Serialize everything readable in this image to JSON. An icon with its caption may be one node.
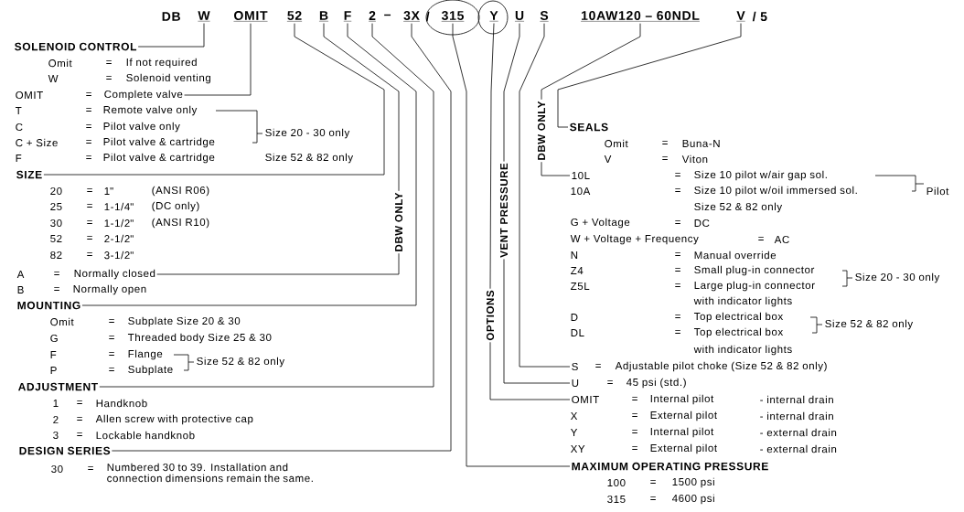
{
  "diagram": {
    "nodes": [
      {
        "text": [
          "W"
        ]
      },
      {
        "text": [
          "OMIT"
        ]
      },
      {
        "text": [
          "52"
        ]
      },
      {
        "text": [
          "B"
        ]
      },
      {
        "text": [
          "F"
        ]
      },
      {
        "text": [
          "2"
        ]
      },
      {
        "text": [
          "3X"
        ]
      },
      {
        "text": [
          "315"
        ]
      },
      {
        "text": [
          "Y"
        ]
      },
      {
        "text": [
          "U"
        ]
      },
      {
        "text": [
          "S"
        ]
      },
      {
        "text": [
          "10AW120 – 60NDL"
        ]
      },
      {
        "text": [
          "V"
        ]
      },
      {
        "text": [
          "SOLENOID CONTROL"
        ]
      },
      {
        "text": [
          "Complete valve"
        ]
      },
      {
        "text": [
          "SIZE"
        ]
      },
      {
        "text": [
          "DBW ONLY"
        ]
      },
      {
        "text": [
          "Normally closed"
        ]
      },
      {
        "text": [
          "MOUNTING"
        ]
      },
      {
        "text": [
          "ADJUSTMENT"
        ]
      },
      {
        "text": [
          "DESIGN SERIES"
        ]
      },
      {
        "text": [
          "OPTIONS"
        ]
      },
      {
        "text": [
          "VENT PRESSURE"
        ]
      },
      {
        "text": [
          "DBW ONLY"
        ]
      },
      {
        "text": [
          "SEALS"
        ]
      },
      {
        "text": [
          "10L"
        ]
      },
      {
        "text": [
          "S"
        ]
      },
      {
        "text": [
          "U"
        ]
      },
      {
        "text": [
          "OMIT"
        ]
      },
      {
        "text": [
          "MAXIMUM OPERATING PRESSURE"
        ]
      }
    ],
    "edges": [
      {
        "from": 0,
        "to": 13,
        "arrow": "none"
      },
      {
        "from": 1,
        "to": 14,
        "arrow": "none"
      },
      {
        "from": 2,
        "to": 15,
        "arrow": "none"
      },
      {
        "from": 3,
        "to": 16,
        "arrow": "none"
      },
      {
        "from": 16,
        "to": 17,
        "arrow": "none"
      },
      {
        "from": 4,
        "to": 18,
        "arrow": "none"
      },
      {
        "from": 5,
        "to": 19,
        "arrow": "none"
      },
      {
        "from": 6,
        "to": 20,
        "arrow": "none"
      },
      {
        "from": 7,
        "to": 29,
        "arrow": "none"
      },
      {
        "from": 8,
        "to": 21,
        "arrow": "none"
      },
      {
        "from": 21,
        "to": 28,
        "arrow": "none"
      },
      {
        "from": 9,
        "to": 22,
        "arrow": "none"
      },
      {
        "from": 22,
        "to": 27,
        "arrow": "none"
      },
      {
        "from": 10,
        "to": 26,
        "arrow": "none"
      },
      {
        "from": 11,
        "to": 23,
        "arrow": "none"
      },
      {
        "from": 23,
        "to": 25,
        "arrow": "none"
      },
      {
        "from": 12,
        "to": 24,
        "arrow": "none"
      }
    ],
    "labels": [
      "DB",
      "–",
      "/",
      "/ 5",
      "Omit",
      "=",
      "If not required",
      "W",
      "=",
      "Solenoid venting",
      "OMIT",
      "=",
      "T",
      "=",
      "Remote valve only",
      "C",
      "=",
      "Pilot valve only",
      "C + Size",
      "=",
      "Pilot valve & cartridge",
      "Size 20 - 30 only",
      "F",
      "=",
      "Pilot valve & cartridge",
      "Size 52 & 82 only",
      "20",
      "=",
      "1\"",
      "(ANSI R06)",
      "25",
      "=",
      "1-1/4\"",
      "(DC only)",
      "30",
      "=",
      "1-1/2\"",
      "(ANSI R10)",
      "52",
      "=",
      "2-1/2\"",
      "82",
      "=",
      "3-1/2\"",
      "A",
      "=",
      "B",
      "=",
      "Normally open",
      "Omit",
      "=",
      "Subplate Size 20 & 30",
      "G",
      "=",
      "Threaded body Size 25 & 30",
      "F",
      "=",
      "Flange",
      "Size 52 & 82 only",
      "P",
      "=",
      "Subplate",
      "1",
      "=",
      "Handknob",
      "2",
      "=",
      "Allen screw with protective cap",
      "3",
      "=",
      "Lockable handknob",
      "30",
      "=",
      "Numbered 30 to 39. Installation and connection dimensions remain the same.",
      "Omit",
      "=",
      "Buna-N",
      "V",
      "=",
      "Viton",
      "=",
      "Size 10 pilot w/air gap sol.",
      "10A",
      "=",
      "Size 10 pilot w/oil immersed sol.",
      "Pilot",
      "Size 52 & 82 only",
      "G + Voltage",
      "=",
      "DC",
      "W + Voltage + Frequency",
      "=",
      "AC",
      "N",
      "=",
      "Manual override",
      "Z4",
      "=",
      "Small plug-in connector",
      "Size 20 - 30 only",
      "Z5L",
      "=",
      "Large plug-in connector",
      "with indicator lights",
      "D",
      "=",
      "Top electrical box",
      "Size 52 & 82 only",
      "DL",
      "=",
      "Top electrical box",
      "with indicator lights",
      "=",
      "Adjustable pilot choke (Size 52 & 82 only)",
      "=",
      "45 psi (std.)",
      "=",
      "Internal pilot",
      "- internal drain",
      "X",
      "=",
      "External pilot",
      "- internal drain",
      "Y",
      "=",
      "Internal pilot",
      "- external drain",
      "XY",
      "=",
      "External pilot",
      "- external drain",
      "100",
      "=",
      "1500 psi",
      "315",
      "=",
      "4600 psi"
    ]
  }
}
